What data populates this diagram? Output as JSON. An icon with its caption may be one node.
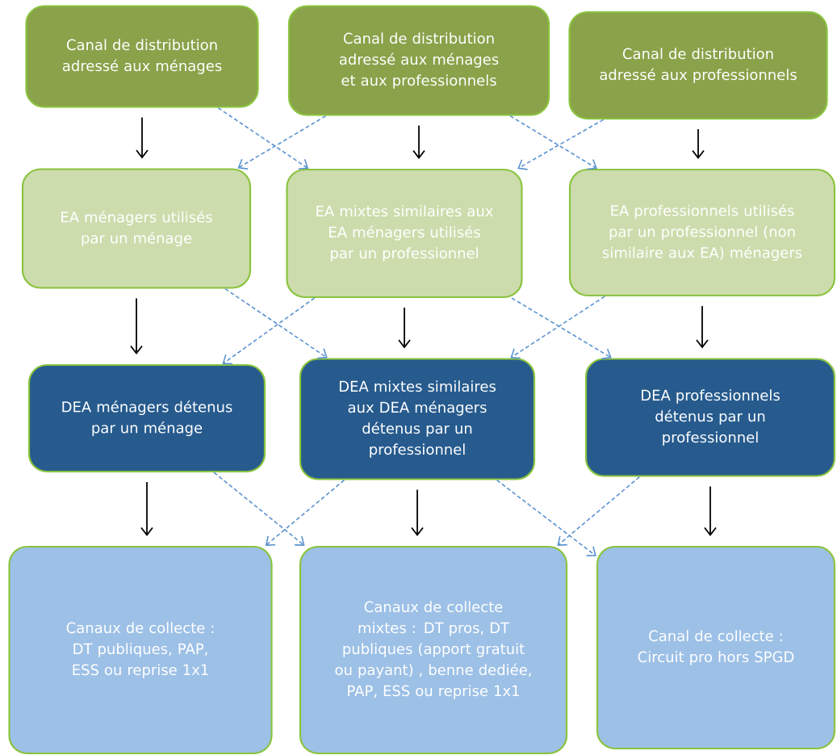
{
  "diagram": {
    "nodes": [
      {
        "text": [
          "Canal de distribution adressé aux ménages"
        ]
      },
      {
        "text": [
          "Canal de distribution adressé aux ménages et aux professionnels"
        ]
      },
      {
        "text": [
          "Canal de distribution adressé aux professionnels"
        ]
      },
      {
        "text": [
          "EA ménagers utilisés par un ménage"
        ]
      },
      {
        "text": [
          "EA mixtes similaires aux EA ménagers utilisés par un professionnel"
        ]
      },
      {
        "text": [
          "EA professionnels utilisés par un professionnel (non similaire aux EA) ménagers"
        ]
      },
      {
        "text": [
          "DEA ménagers détenus par un ménage"
        ]
      },
      {
        "text": [
          "DEA mixtes similaires aux DEA ménagers détenus par un professionnel"
        ]
      },
      {
        "text": [
          "DEA professionnels détenus par un professionnel"
        ]
      },
      {
        "text": [
          "Canaux de collecte : DT publiques, PAP, ESS ou reprise 1x1"
        ]
      },
      {
        "text": [
          "Canaux de collecte mixtes : DT pros, DT publiques (apport gratuit ou payant) , benne dediée, PAP, ESS ou reprise 1x1"
        ]
      },
      {
        "text": [
          "Canal de collecte : Circuit pro hors SPGD"
        ]
      }
    ],
    "edges": [
      {
        "from": 0,
        "to": 3,
        "arrow": "to",
        "color": "#000000"
      },
      {
        "from": 1,
        "to": 4,
        "arrow": "to",
        "color": "#000000"
      },
      {
        "from": 2,
        "to": 5,
        "arrow": "to",
        "color": "#000000"
      },
      {
        "from": 0,
        "to": 4,
        "arrow": "to",
        "style": "dashed"
      },
      {
        "from": 1,
        "to": 3,
        "arrow": "to",
        "style": "dashed"
      },
      {
        "from": 1,
        "to": 5,
        "arrow": "to",
        "style": "dashed"
      },
      {
        "from": 2,
        "to": 4,
        "arrow": "to",
        "style": "dashed"
      },
      {
        "from": 3,
        "to": 6,
        "arrow": "to",
        "color": "#000000"
      },
      {
        "from": 4,
        "to": 7,
        "arrow": "to",
        "color": "#000000"
      },
      {
        "from": 5,
        "to": 8,
        "arrow": "to",
        "color": "#000000"
      },
      {
        "from": 3,
        "to": 7,
        "arrow": "to",
        "style": "dashed"
      },
      {
        "from": 4,
        "to": 6,
        "arrow": "to",
        "style": "dashed"
      },
      {
        "from": 4,
        "to": 8,
        "arrow": "to",
        "style": "dashed"
      },
      {
        "from": 5,
        "to": 7,
        "arrow": "to",
        "style": "dashed"
      },
      {
        "from": 6,
        "to": 9,
        "arrow": "to",
        "color": "#000000"
      },
      {
        "from": 7,
        "to": 10,
        "arrow": "to",
        "color": "#000000"
      },
      {
        "from": 8,
        "to": 11,
        "arrow": "to",
        "color": "#000000"
      },
      {
        "from": 6,
        "to": 10,
        "arrow": "to",
        "style": "dashed"
      },
      {
        "from": 7,
        "to": 9,
        "arrow": "to",
        "style": "dashed"
      },
      {
        "from": 7,
        "to": 11,
        "arrow": "to",
        "style": "dashed"
      },
      {
        "from": 8,
        "to": 10,
        "arrow": "to",
        "style": "dashed"
      }
    ]
  }
}
